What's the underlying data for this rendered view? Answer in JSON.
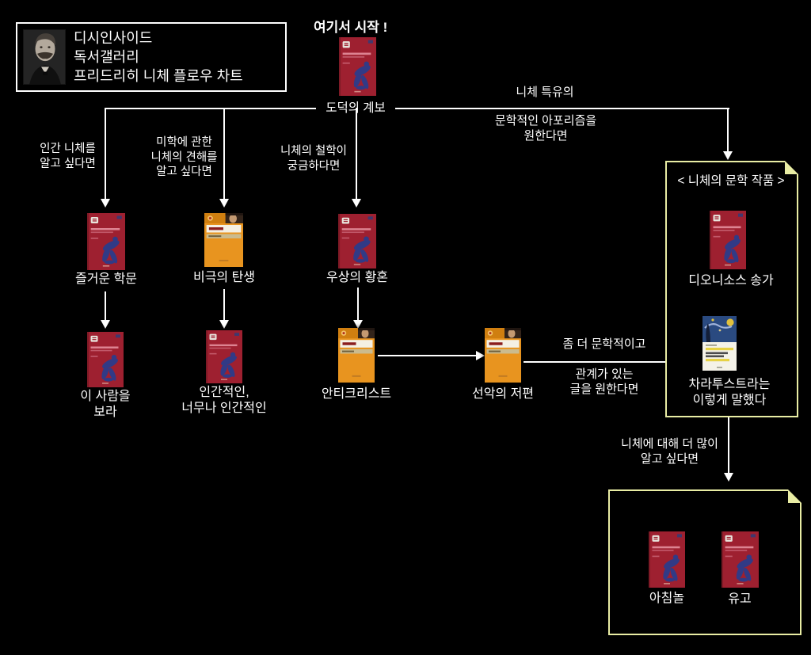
{
  "header": {
    "line1": "디시인사이드",
    "line2": "독서갤러리",
    "line3": "프리드리히 니체 플로우 차트",
    "portrait": "nietzsche-photo"
  },
  "flow_labels": {
    "start": "여기서 시작 !",
    "branch_human": "인간 니체를\n알고 싶다면",
    "branch_aesthetics": "미학에 관한\n니체의 견해를\n알고 싶다면",
    "branch_philosophy": "니체의 철학이\n궁금하다면",
    "branch_literary_top": "니체 특유의",
    "branch_literary_bottom": "문학적인 아포리즘을\n원한다면",
    "more_literary_top": "좀 더 문학적이고",
    "more_literary_bottom": "관계가 있는\n글을 원한다면",
    "know_more": "니체에 대해 더 많이\n알고 싶다면"
  },
  "literary_box_title": "< 니체의 문학 작품 >",
  "books": {
    "genealogy": {
      "label": "도덕의 계보"
    },
    "gay_science": {
      "label": "즐거운 학문"
    },
    "birth_of_tragedy": {
      "label": "비극의 탄생"
    },
    "twilight_of_idols": {
      "label": "우상의 황혼"
    },
    "ecce_homo": {
      "label": "이 사람을\n보라"
    },
    "human_all_too_human": {
      "label": "인간적인,\n너무나 인간적인"
    },
    "antichrist": {
      "label": "안티크리스트"
    },
    "beyond_good_and_evil": {
      "label": "선악의 저편"
    },
    "dionysian_dithyrambs": {
      "label": "디오니소스 송가"
    },
    "zarathustra": {
      "label": "차라투스트라는\n이렇게 말했다"
    },
    "dawn": {
      "label": "아침놀"
    },
    "posthumous_writings": {
      "label": "유고"
    }
  },
  "colors": {
    "background": "#000000",
    "connector": "#ffffff",
    "note_border": "#e9eda4",
    "red_cover": "#9e2030",
    "orange_cover": "#e8941f",
    "cover_figure_blue": "#313a86"
  }
}
